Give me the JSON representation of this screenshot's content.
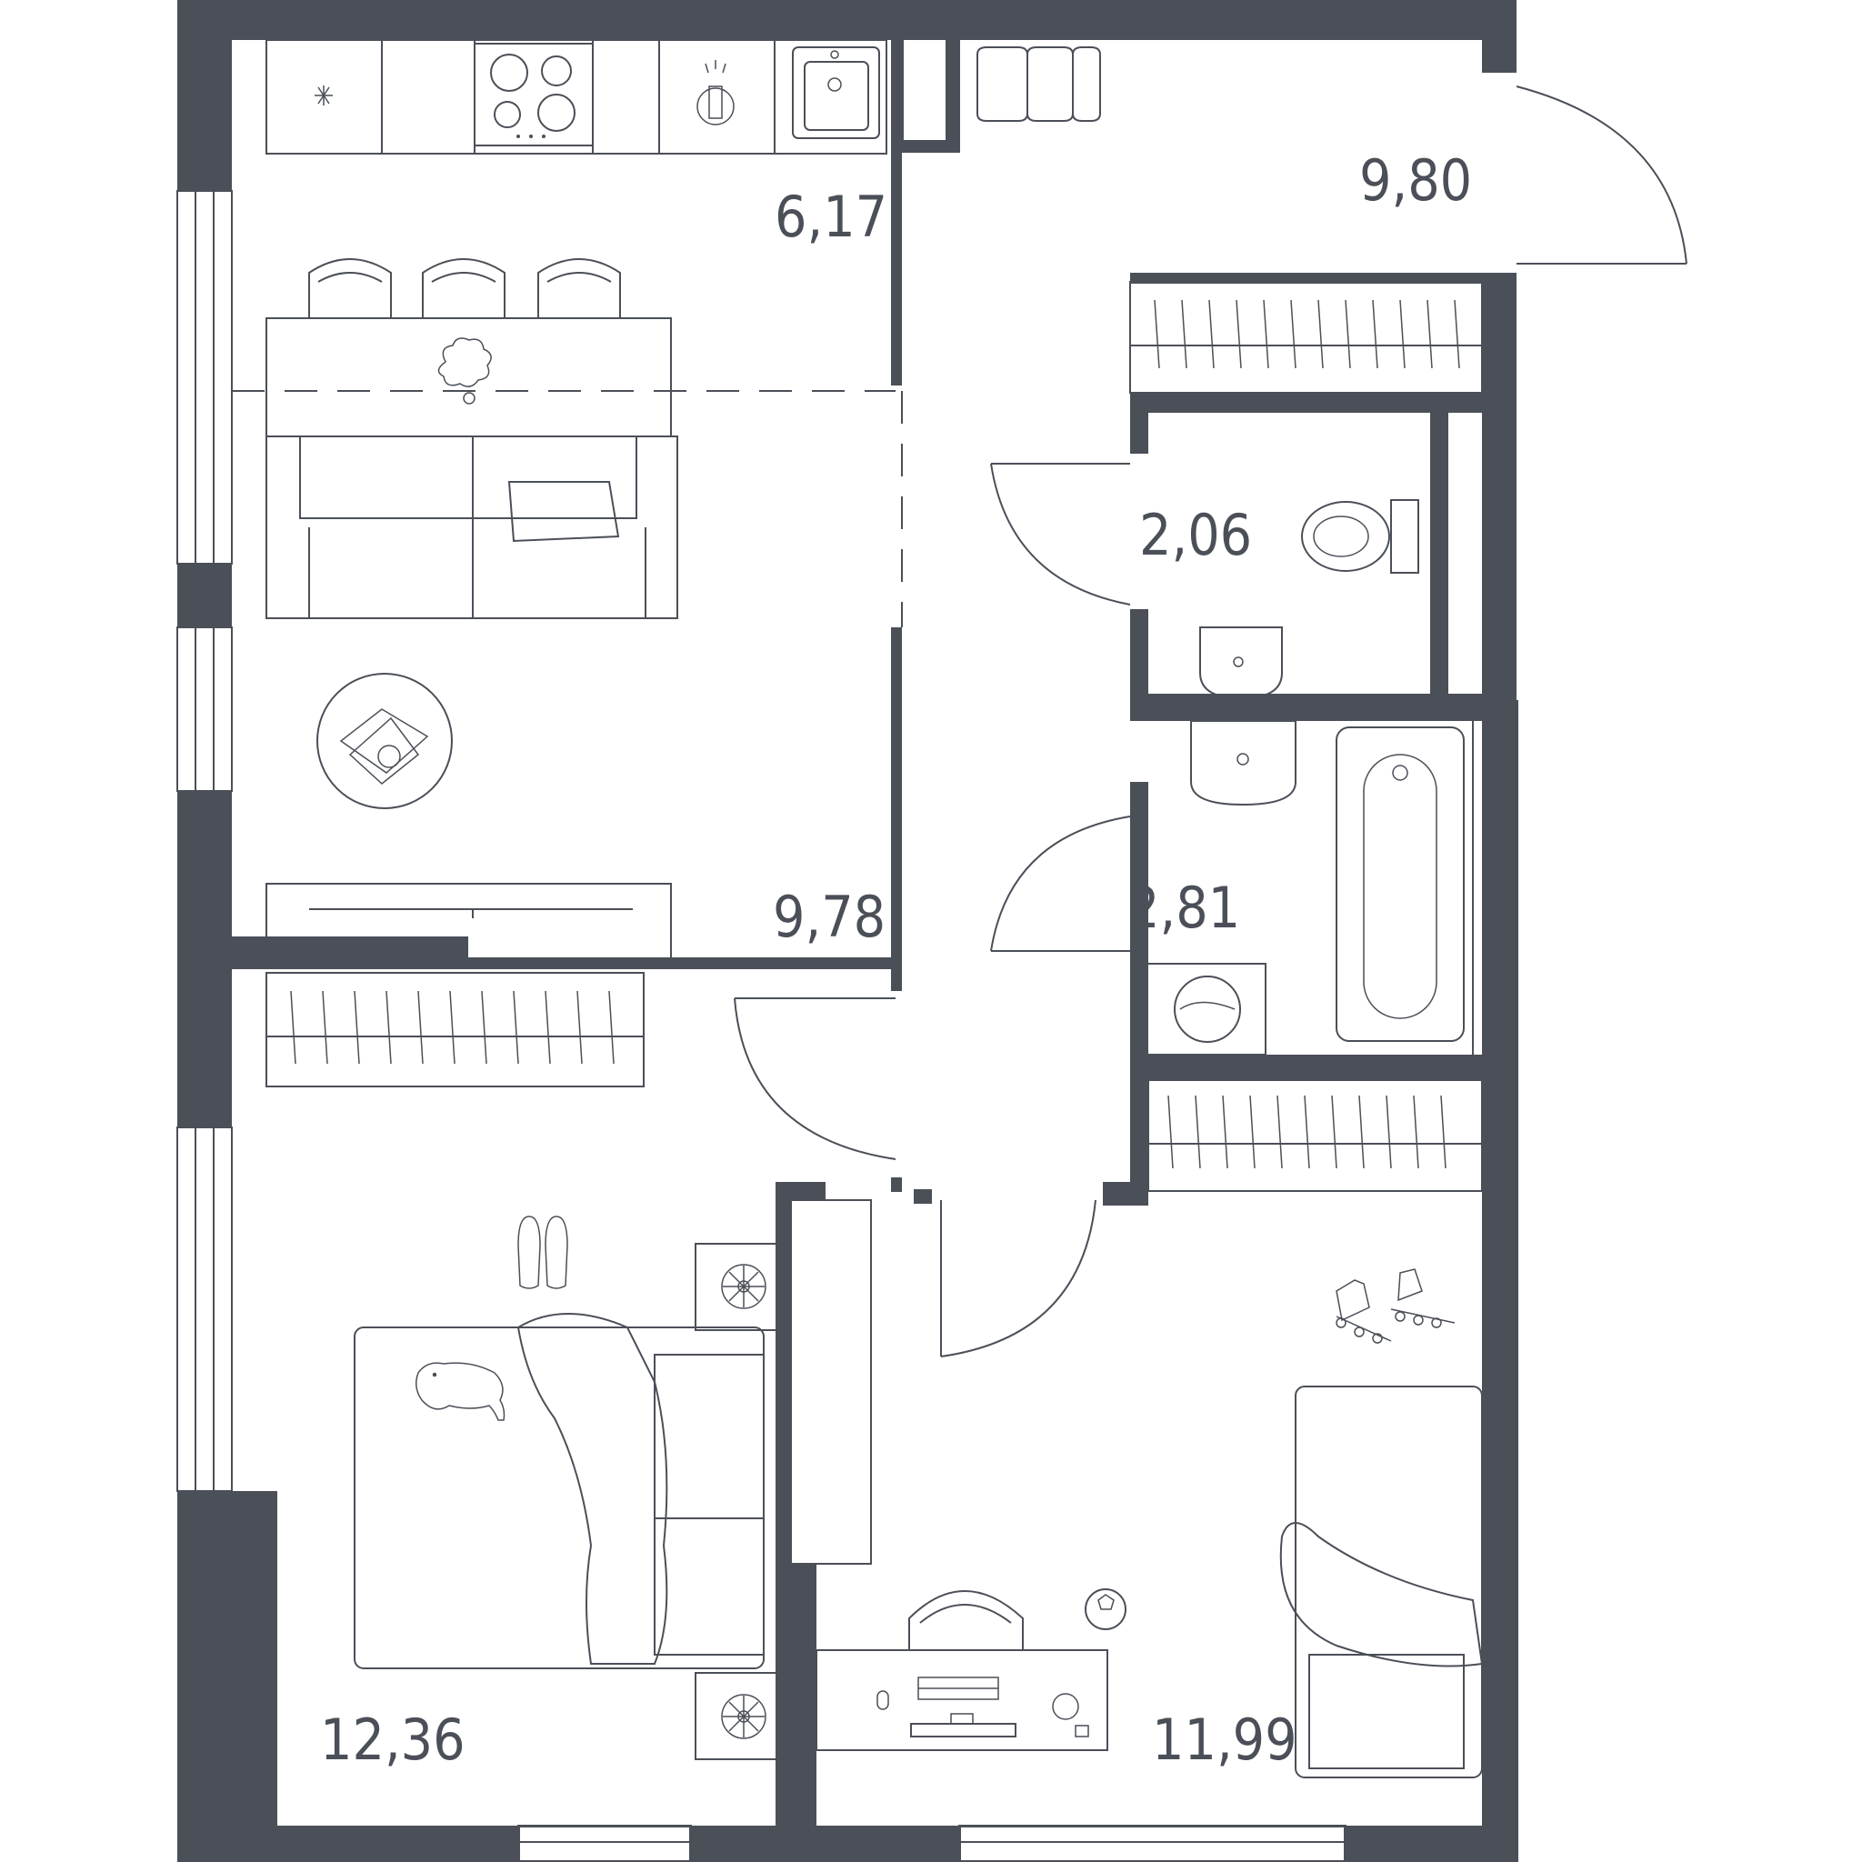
{
  "plan": {
    "colors": {
      "wall": "#4b4f58",
      "background": "#ffffff",
      "furniture_line": "#4b4f58"
    },
    "rooms": [
      {
        "id": "kitchen",
        "area": "6,17"
      },
      {
        "id": "hallway",
        "area": "9,80"
      },
      {
        "id": "toilet",
        "area": "2,06"
      },
      {
        "id": "bathroom",
        "area": "2,81"
      },
      {
        "id": "living-room",
        "area": "9,78"
      },
      {
        "id": "bedroom",
        "area": "12,36"
      },
      {
        "id": "kids-room",
        "area": "11,99"
      }
    ],
    "icons": [
      "hob-icon",
      "sink-icon",
      "toilet-icon",
      "bathtub-icon",
      "washing-machine-icon",
      "bed-icon",
      "sofa-icon",
      "wardrobe-icon",
      "desk-icon",
      "chair-icon",
      "table-icon",
      "football-icon",
      "roller-skates-icon",
      "slippers-icon",
      "cat-icon",
      "coffee-table-icon",
      "tv-stand-icon",
      "fan-icon",
      "keyboard-icon"
    ]
  }
}
